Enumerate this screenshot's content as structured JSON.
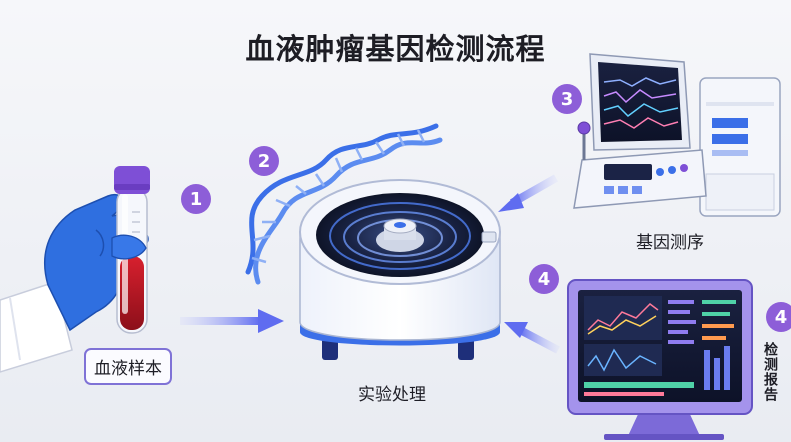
{
  "title": "血液肿瘤基因检测流程",
  "steps": {
    "blood_sample": {
      "number": "1",
      "label": "血液样本"
    },
    "lab_processing": {
      "number": "2",
      "label": "实验处理"
    },
    "gene_sequencing": {
      "number": "3",
      "label": "基因测序"
    },
    "test_report": {
      "number": "4",
      "label": "检测报告"
    },
    "report_flow": {
      "number": "4"
    }
  },
  "colors": {
    "badge": "#8d5ed8",
    "arrow": "#6f79ee",
    "glove": "#2f6fe0",
    "dna": "#3b6fe8",
    "monitor_frame": "#7c6ad8"
  }
}
